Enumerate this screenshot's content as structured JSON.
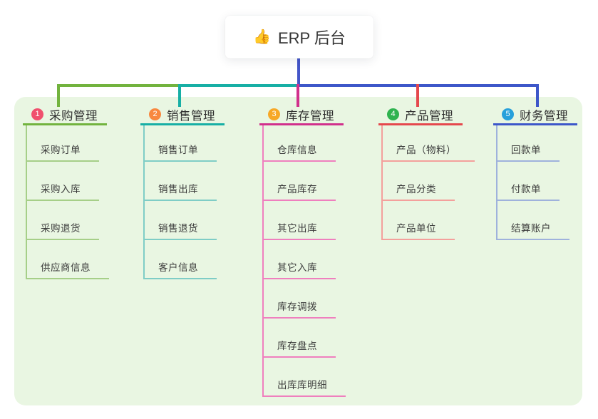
{
  "root": {
    "icon": "👍",
    "label": "ERP 后台"
  },
  "colors": {
    "page_bg": "#FFFFFF",
    "panel_bg": "#E9F6E2",
    "stem_color": "#4456C9",
    "text_dark": "#333333"
  },
  "branches": [
    {
      "number": "1",
      "label": "采购管理",
      "badge_color": "#F0506E",
      "line_color": "#72B33E",
      "child_line_color": "#A6CF88",
      "children": [
        "采购订单",
        "采购入库",
        "采购退货",
        "供应商信息"
      ]
    },
    {
      "number": "2",
      "label": "销售管理",
      "badge_color": "#F8883F",
      "line_color": "#17AFA5",
      "child_line_color": "#7FCDC6",
      "children": [
        "销售订单",
        "销售出库",
        "销售退货",
        "客户信息"
      ]
    },
    {
      "number": "3",
      "label": "库存管理",
      "badge_color": "#F7A826",
      "line_color": "#D1308C",
      "child_line_color": "#EF7FBE",
      "children": [
        "仓库信息",
        "产品库存",
        "其它出库",
        "其它入库",
        "库存调拨",
        "库存盘点",
        "出库库明细"
      ]
    },
    {
      "number": "4",
      "label": "产品管理",
      "badge_color": "#2FB34F",
      "line_color": "#E5484D",
      "child_line_color": "#F4A09C",
      "children": [
        "产品（物料）",
        "产品分类",
        "产品单位"
      ]
    },
    {
      "number": "5",
      "label": "财务管理",
      "badge_color": "#27A0DB",
      "line_color": "#3D57C9",
      "child_line_color": "#9FB2DC",
      "children": [
        "回款单",
        "付款单",
        "结算账户"
      ]
    }
  ]
}
